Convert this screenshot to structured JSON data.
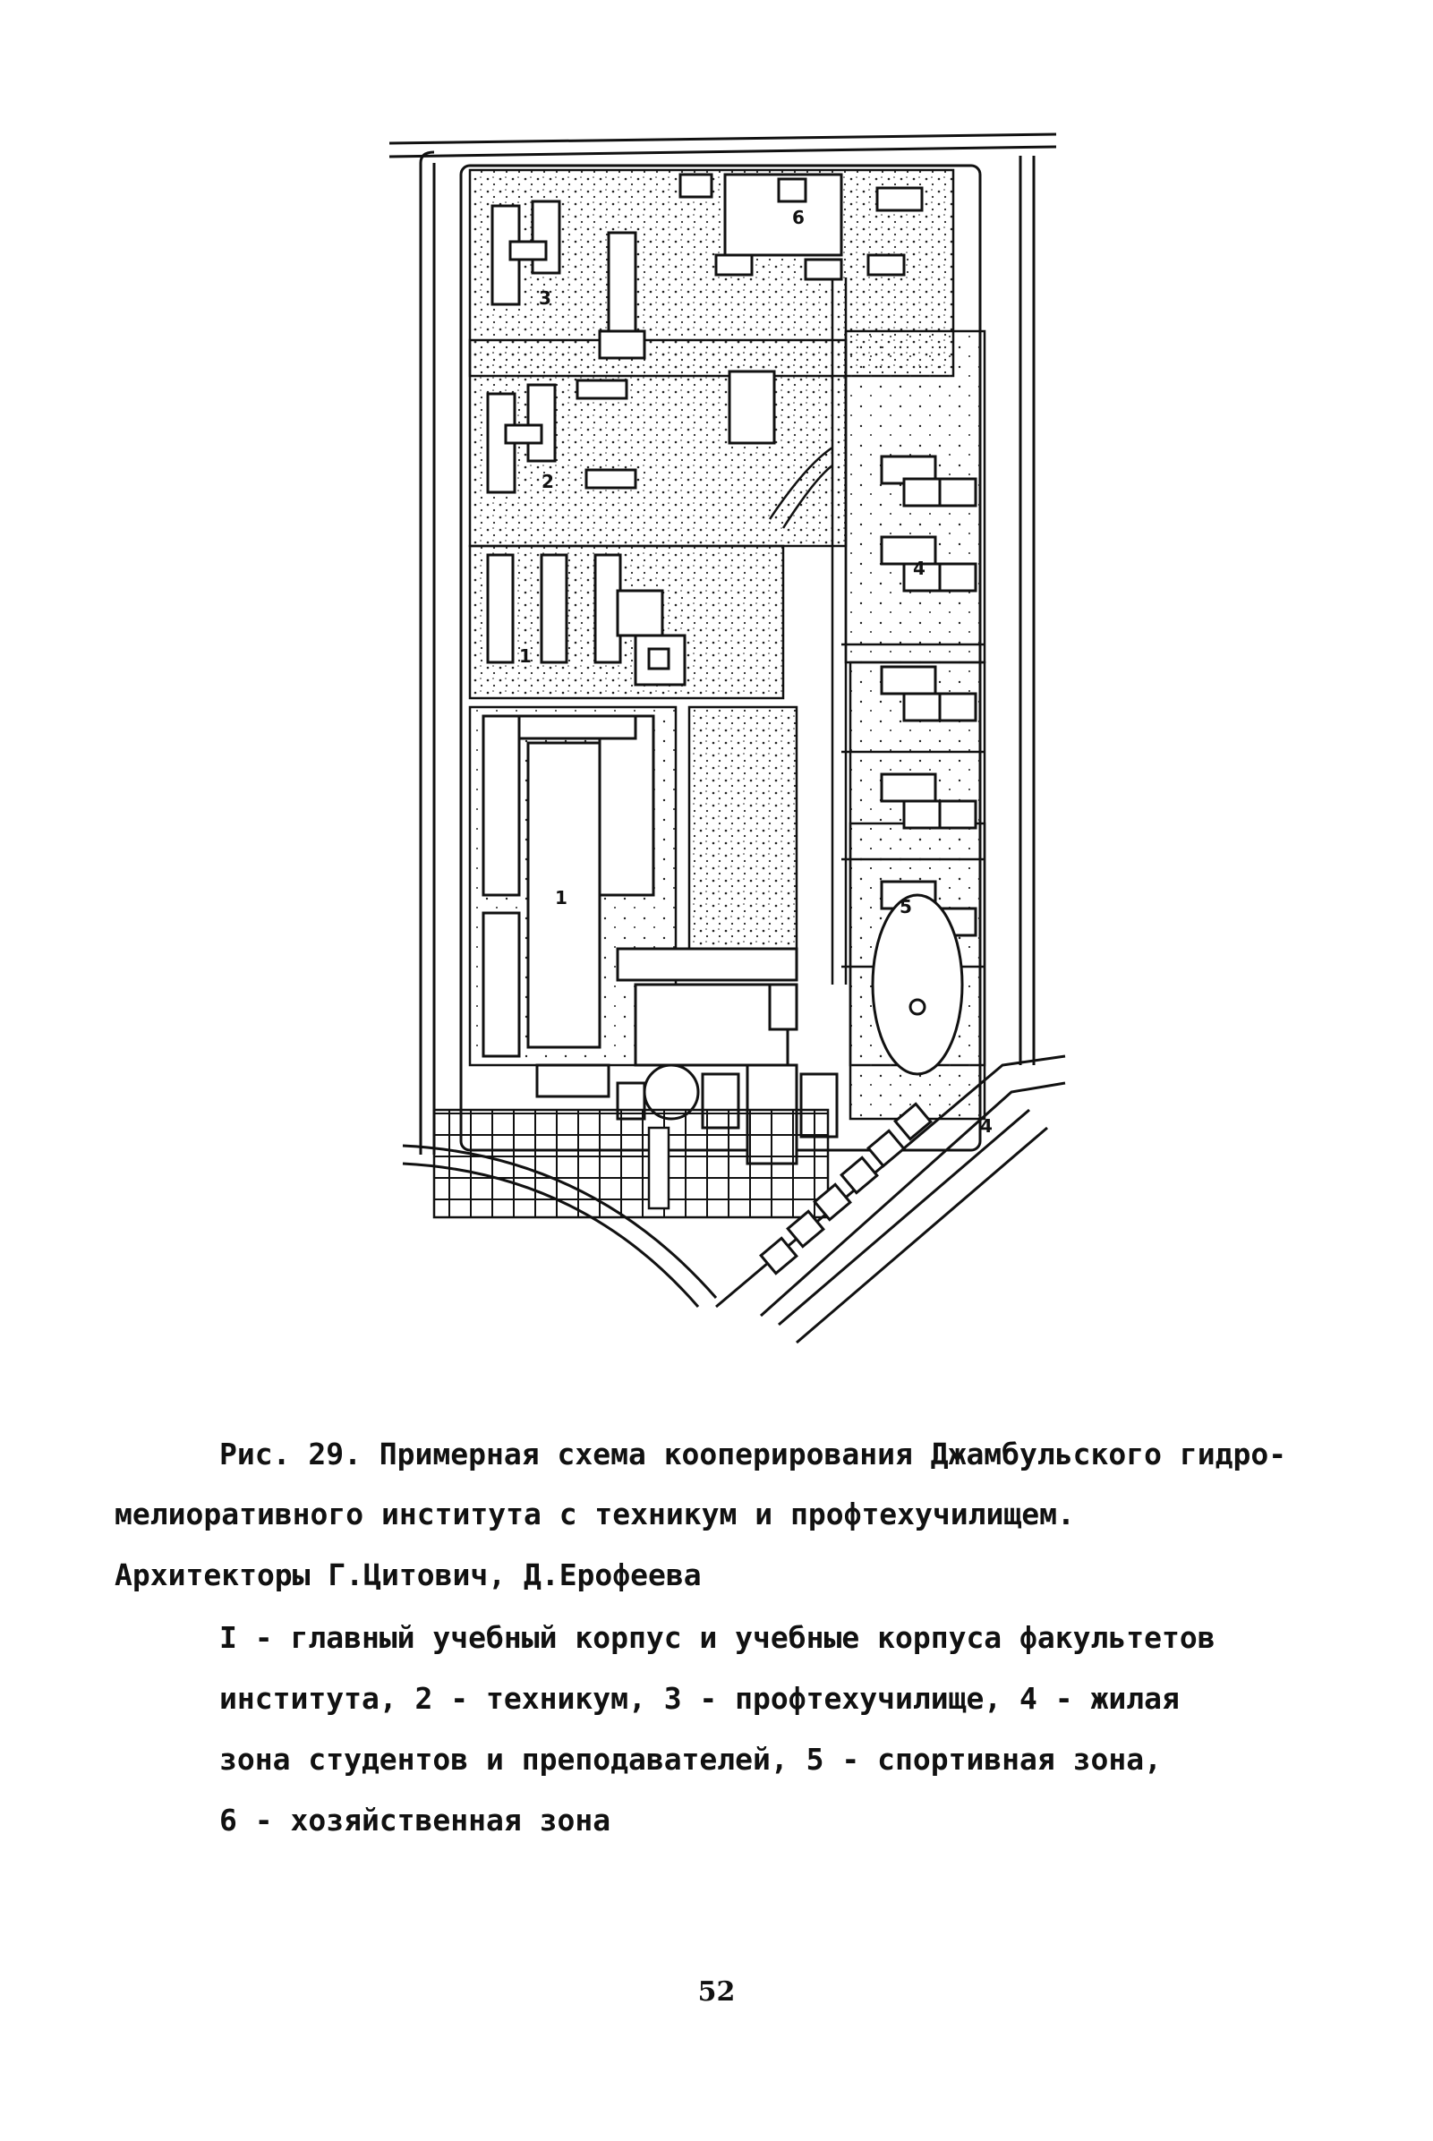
{
  "figure": {
    "zone_labels": [
      "1",
      "1",
      "2",
      "3",
      "4",
      "4",
      "5",
      "6"
    ]
  },
  "caption": {
    "line1": "Рис. 29. Примерная схема кооперирования Джамбульского гидро-",
    "line2": "мелиоративного института с техникум и профтехучилищем.",
    "line3": "Архитекторы Г.Цитович, Д.Ерофеева",
    "legend": [
      "I - главный учебный корпус и учебные корпуса факультетов",
      "института, 2 - техникум, 3 - профтехучилище, 4 - жилая",
      "зона студентов и преподавателей, 5 - спортивная зона,",
      "6 - хозяйственная зона"
    ]
  },
  "page_number": "52"
}
